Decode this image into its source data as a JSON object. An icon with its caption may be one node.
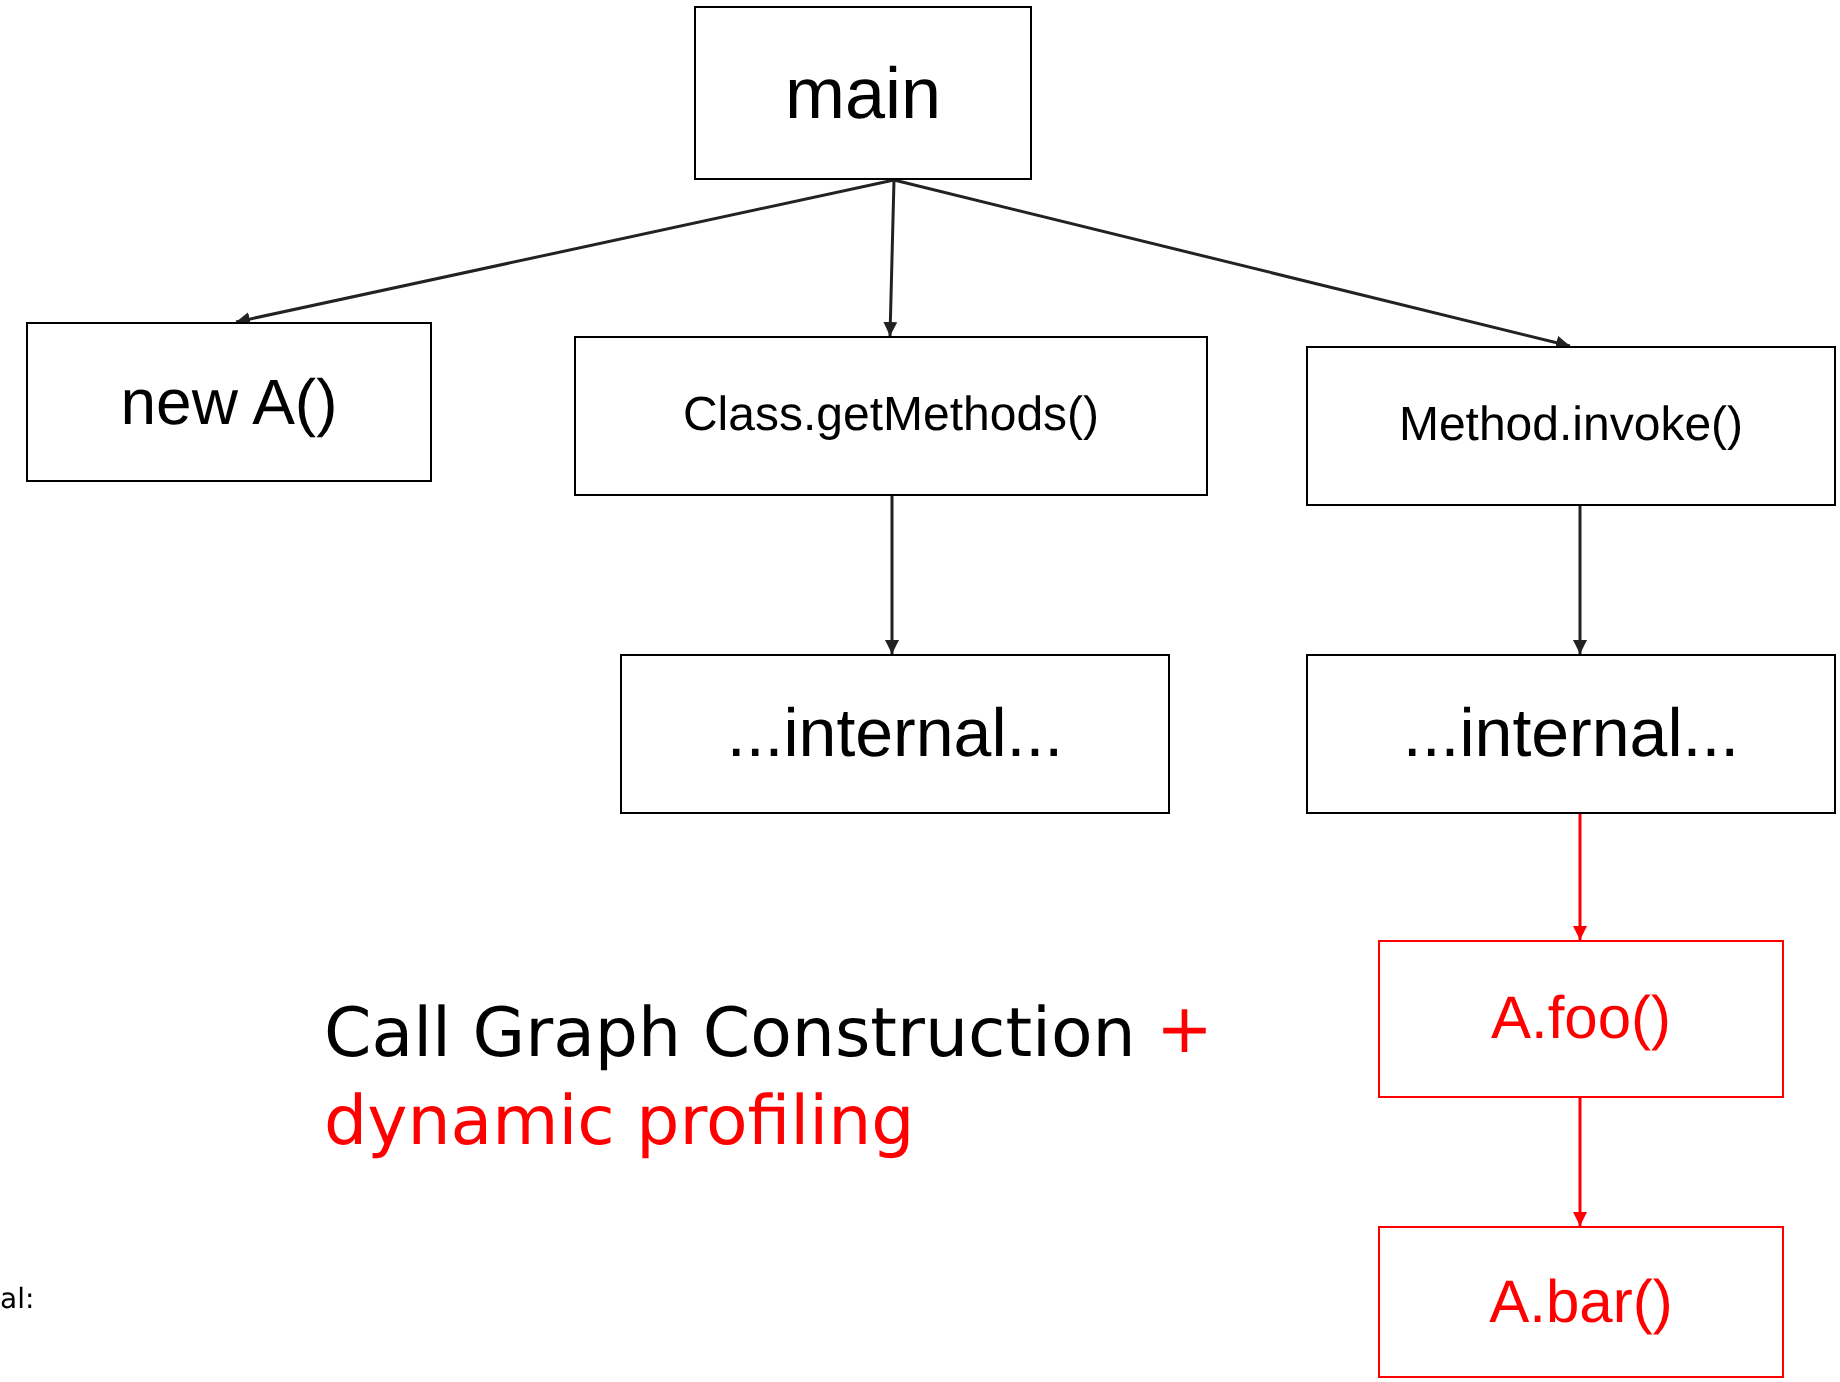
{
  "diagram": {
    "nodes": [
      {
        "text": [
          "main"
        ]
      },
      {
        "text": [
          "new A()"
        ]
      },
      {
        "text": [
          "Class.getMethods()"
        ]
      },
      {
        "text": [
          "Method.invoke()"
        ]
      },
      {
        "text": [
          "...internal..."
        ]
      },
      {
        "text": [
          "...internal..."
        ]
      },
      {
        "text": [
          "A.foo()"
        ]
      },
      {
        "text": [
          "A.bar()"
        ]
      }
    ],
    "edges": [
      {
        "from": 0,
        "to": 1,
        "arrow": "to"
      },
      {
        "from": 0,
        "to": 2,
        "arrow": "to"
      },
      {
        "from": 0,
        "to": 3,
        "arrow": "to"
      },
      {
        "from": 2,
        "to": 4,
        "arrow": "to"
      },
      {
        "from": 3,
        "to": 5,
        "arrow": "to"
      },
      {
        "from": 5,
        "to": 6,
        "arrow": "to",
        "color": "#ff0000"
      },
      {
        "from": 6,
        "to": 7,
        "arrow": "to",
        "color": "#ff0000"
      }
    ],
    "labels": [
      "Call Graph Construction",
      "+ dynamic profiling",
      "al:"
    ]
  }
}
